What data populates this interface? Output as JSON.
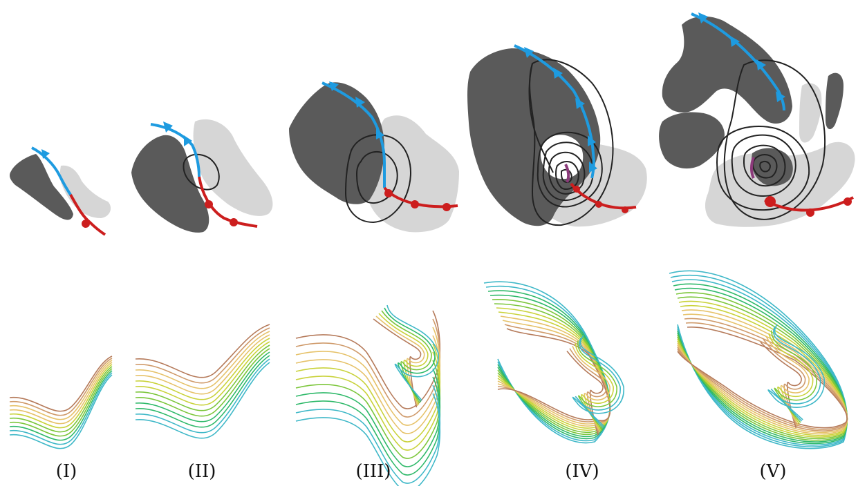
{
  "stages": [
    {
      "label": "(I)"
    },
    {
      "label": "(II)"
    },
    {
      "label": "(III)"
    },
    {
      "label": "(IV)"
    },
    {
      "label": "(V)"
    }
  ],
  "colors": {
    "dark_region": "#5a5a5a",
    "light_region": "#d6d6d6",
    "cold_front": "#1e9be0",
    "warm_front": "#cc1e1e",
    "isobar": "#222222",
    "low_center": "#8b3a7a",
    "contour_ramp": [
      "#3fb8c8",
      "#2fb96a",
      "#7cc63b",
      "#c9d23a",
      "#e6c26a",
      "#cf9a6a",
      "#b57a5a"
    ]
  }
}
